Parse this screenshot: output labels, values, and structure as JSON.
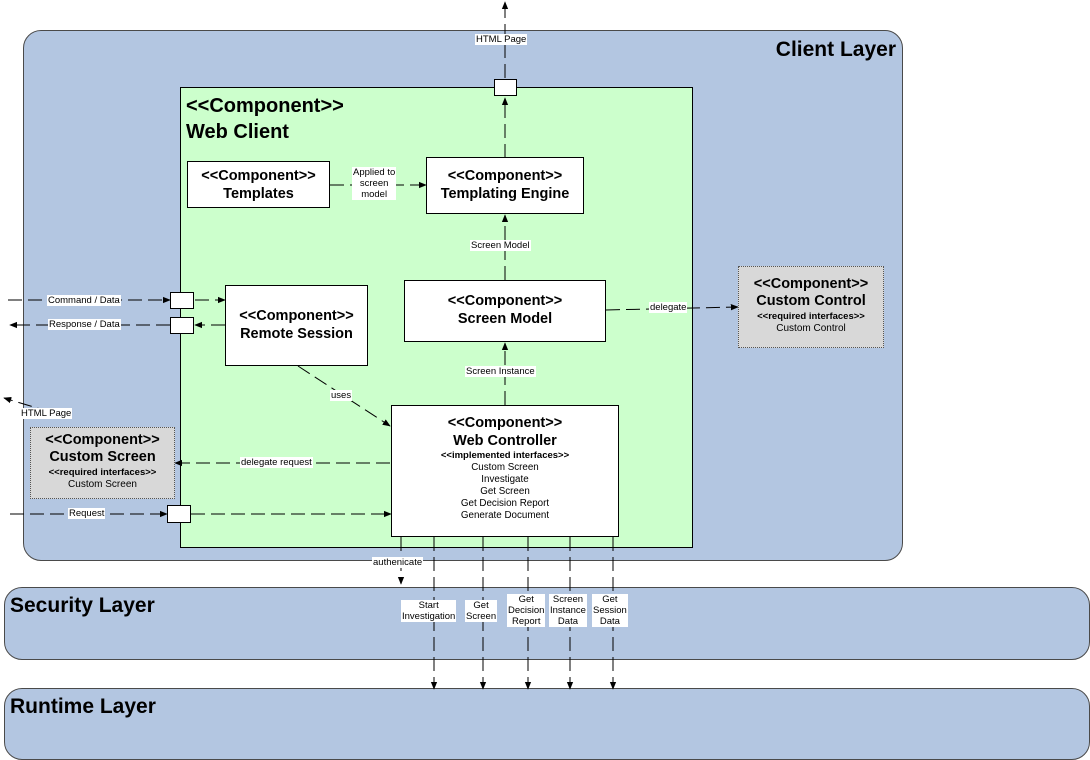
{
  "layers": {
    "client": "Client Layer",
    "security": "Security Layer",
    "runtime": "Runtime Layer"
  },
  "web_client": {
    "stereotype": "<<Component>>",
    "name": "Web Client"
  },
  "components": {
    "templates": {
      "stereotype": "<<Component>>",
      "name": "Templates"
    },
    "templating_engine": {
      "stereotype": "<<Component>>",
      "name": "Templating Engine"
    },
    "screen_model": {
      "stereotype": "<<Component>>",
      "name": "Screen Model"
    },
    "remote_session": {
      "stereotype": "<<Component>>",
      "name": "Remote Session"
    },
    "web_controller": {
      "stereotype": "<<Component>>",
      "name": "Web Controller",
      "interfaces_heading": "<<implemented interfaces>>",
      "interfaces": [
        "Custom Screen",
        "Investigate",
        "Get Screen",
        "Get Decision Report",
        "Generate Document"
      ]
    },
    "custom_control": {
      "stereotype": "<<Component>>",
      "name": "Custom Control",
      "interfaces_heading": "<<required interfaces>>",
      "interface": "Custom Control"
    },
    "custom_screen": {
      "stereotype": "<<Component>>",
      "name": "Custom Screen",
      "interfaces_heading": "<<required interfaces>>",
      "interface": "Custom Screen"
    }
  },
  "edge_labels": {
    "html_page_top": "HTML Page",
    "applied_to": [
      "Applied to",
      "screen",
      "model"
    ],
    "screen_model": "Screen Model",
    "screen_instance": "Screen Instance",
    "delegate": "delegate",
    "command_data": "Command / Data",
    "response_data": "Response / Data",
    "uses": "uses",
    "html_page_left": "HTML Page",
    "delegate_request": "delegate request",
    "request": "Request",
    "authenticate": "authenicate",
    "start_investigation": [
      "Start",
      "Investigation"
    ],
    "get_screen": [
      "Get",
      "Screen"
    ],
    "get_decision_report": [
      "Get",
      "Decision",
      "Report"
    ],
    "screen_instance_data": [
      "Screen",
      "Instance",
      "Data"
    ],
    "get_session_data": [
      "Get",
      "Session",
      "Data"
    ]
  }
}
